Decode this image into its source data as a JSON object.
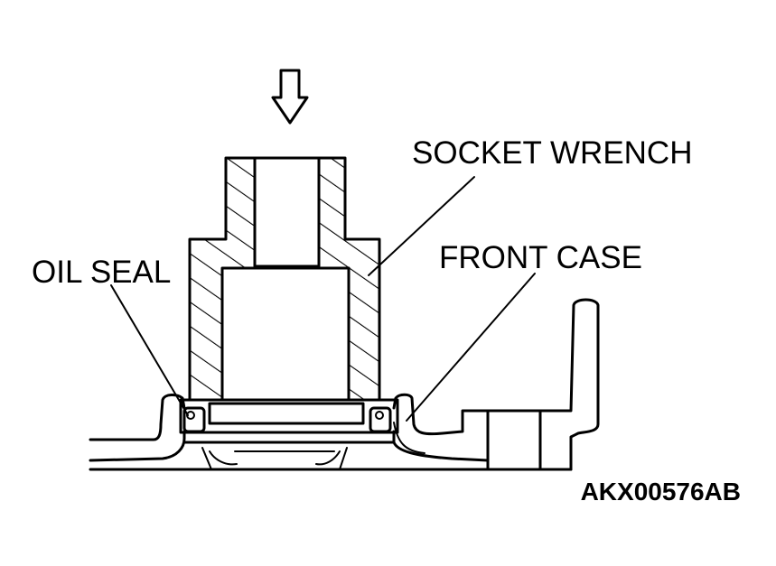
{
  "labels": {
    "socket_wrench": "SOCKET WRENCH",
    "oil_seal": "OIL SEAL",
    "front_case": "FRONT CASE",
    "figure_id": "AKX00576AB"
  },
  "icons": {
    "press_arrow": "down-arrow-icon"
  },
  "colors": {
    "line": "#000000",
    "background": "#ffffff"
  }
}
